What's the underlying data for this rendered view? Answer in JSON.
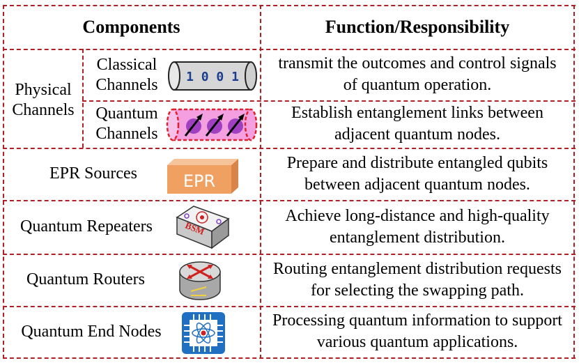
{
  "header": {
    "components": "Components",
    "function": "Function/Responsibility"
  },
  "physical": {
    "group_label": "Physical Channels",
    "classical": {
      "label": "Classical Channels",
      "bits": "1 0 0 1",
      "function": "transmit the outcomes and control signals of quantum operation."
    },
    "quantum": {
      "label": "Quantum Channels",
      "function": "Establish entanglement links between adjacent quantum nodes."
    }
  },
  "rows": [
    {
      "label": "EPR Sources",
      "icon": "epr-block-icon",
      "icon_text": "EPR",
      "function": "Prepare and distribute entangled qubits between adjacent quantum nodes."
    },
    {
      "label": "Quantum Repeaters",
      "icon": "bsm-repeater-icon",
      "icon_text": "BSM",
      "function": "Achieve long-distance and high-quality entanglement distribution."
    },
    {
      "label": "Quantum Routers",
      "icon": "router-icon",
      "function": "Routing entanglement distribution requests for selecting the swapping path."
    },
    {
      "label": "Quantum End Nodes",
      "icon": "quantum-chip-icon",
      "function": "Processing quantum information to support various quantum applications."
    }
  ],
  "colors": {
    "border": "#b01f24",
    "epr_block": "#f0a060",
    "quantum_tube": "#f4a0e0",
    "qubit": "#a040c0",
    "classical_tube": "#d6d6d6",
    "bits": "#1a3d8f",
    "chip_blue": "#1f6fc2"
  }
}
